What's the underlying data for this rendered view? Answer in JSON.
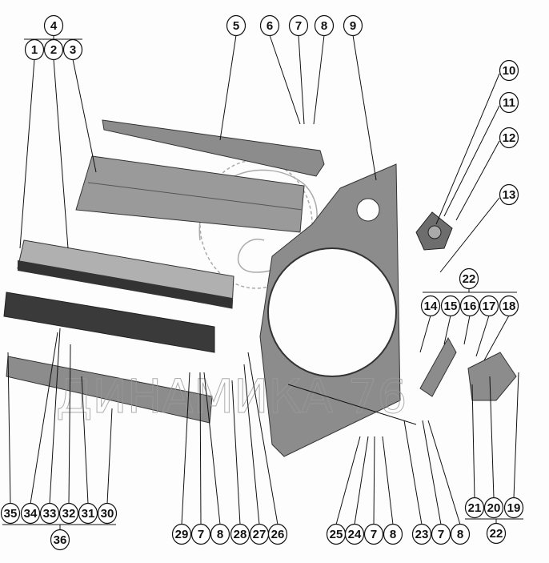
{
  "diagram": {
    "watermark": "ДИНАМИКА 76",
    "callout_groups": {
      "top_left": [
        "4",
        "1",
        "2",
        "3"
      ],
      "top_middle": [
        "5",
        "6",
        "7",
        "8",
        "9"
      ],
      "right_column": [
        "10",
        "11",
        "12",
        "13"
      ],
      "right_group": [
        "22",
        "14",
        "15",
        "16",
        "17",
        "18"
      ],
      "bottom_right": [
        "21",
        "20",
        "19",
        "22"
      ],
      "bottom_left": [
        "35",
        "34",
        "33",
        "32",
        "31",
        "30",
        "36"
      ],
      "bottom_middle": [
        "29",
        "7",
        "8",
        "28",
        "27",
        "26"
      ],
      "bottom_center": [
        "25",
        "24",
        "7",
        "8"
      ],
      "bottom_center_right": [
        "23",
        "7",
        "8"
      ]
    },
    "colors": {
      "part_fill": "#8c8c8c",
      "part_dark": "#3a3a3a",
      "part_light": "#b5b5b5",
      "line": "#111111"
    }
  }
}
